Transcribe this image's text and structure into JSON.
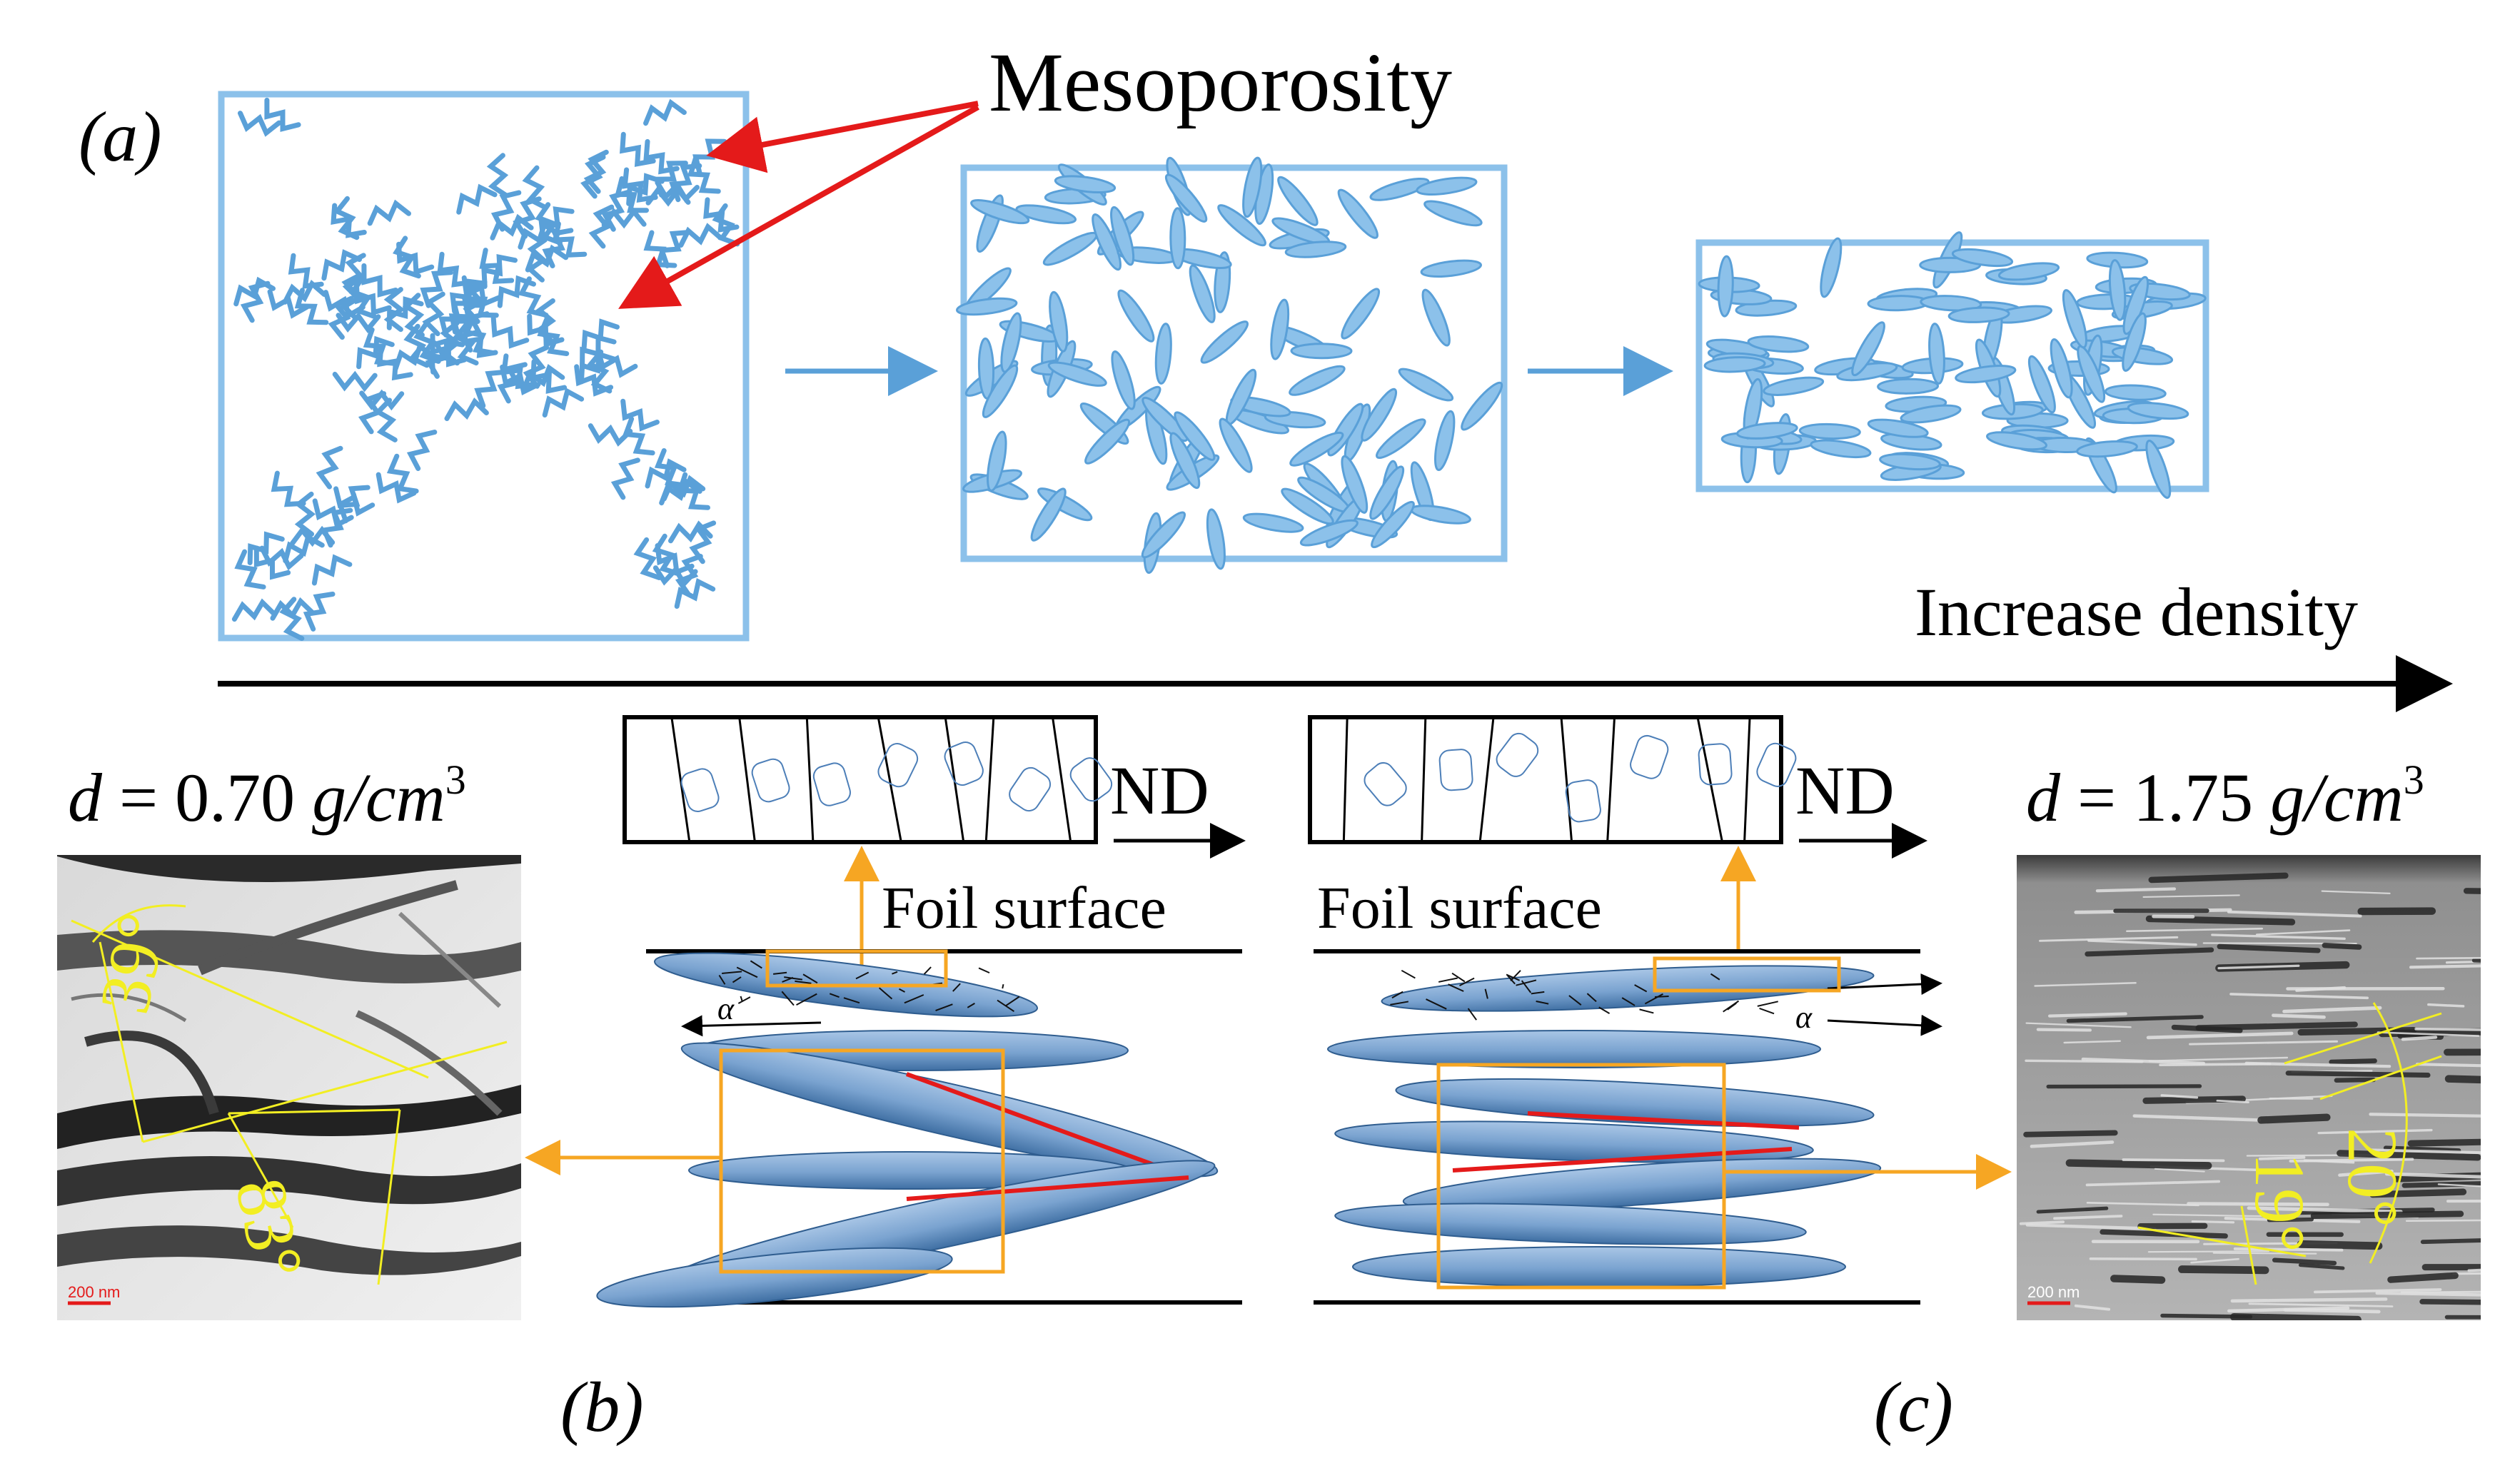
{
  "panel_labels": {
    "a": "(a)",
    "b": "(b)",
    "c": "(c)"
  },
  "annotations": {
    "mesoporosity": "Mesoporosity",
    "increase_density": "Increase density"
  },
  "density_left": {
    "symbol": "d",
    "equals": " = ",
    "value": "0.70 ",
    "unit": "g/cm",
    "exponent": "3"
  },
  "density_right": {
    "symbol": "d",
    "equals": " = ",
    "value": "1.75 ",
    "unit": "g/cm",
    "exponent": "3"
  },
  "foil_labels": {
    "left": "Foil surface",
    "right": "Foil surface"
  },
  "nd_labels": {
    "left": "ND",
    "right": "ND"
  },
  "alpha_labels": {
    "left": "α",
    "right": "α"
  },
  "micrograph_left": {
    "angle_1": "39°",
    "angle_2": "83°",
    "scalebar": "200 nm"
  },
  "micrograph_right": {
    "angle_1": "20°",
    "angle_2": "19°",
    "scalebar": "200 nm"
  },
  "colors": {
    "flake_blue": "#5aa0d8",
    "frame_blue": "#8cc1ea",
    "ellipse_fill": "#7ea7d3",
    "ellipse_dark": "#3f6fa3",
    "red": "#e41a1a",
    "orange": "#f6a623",
    "yellow": "#f2ee23",
    "black": "#000000"
  }
}
